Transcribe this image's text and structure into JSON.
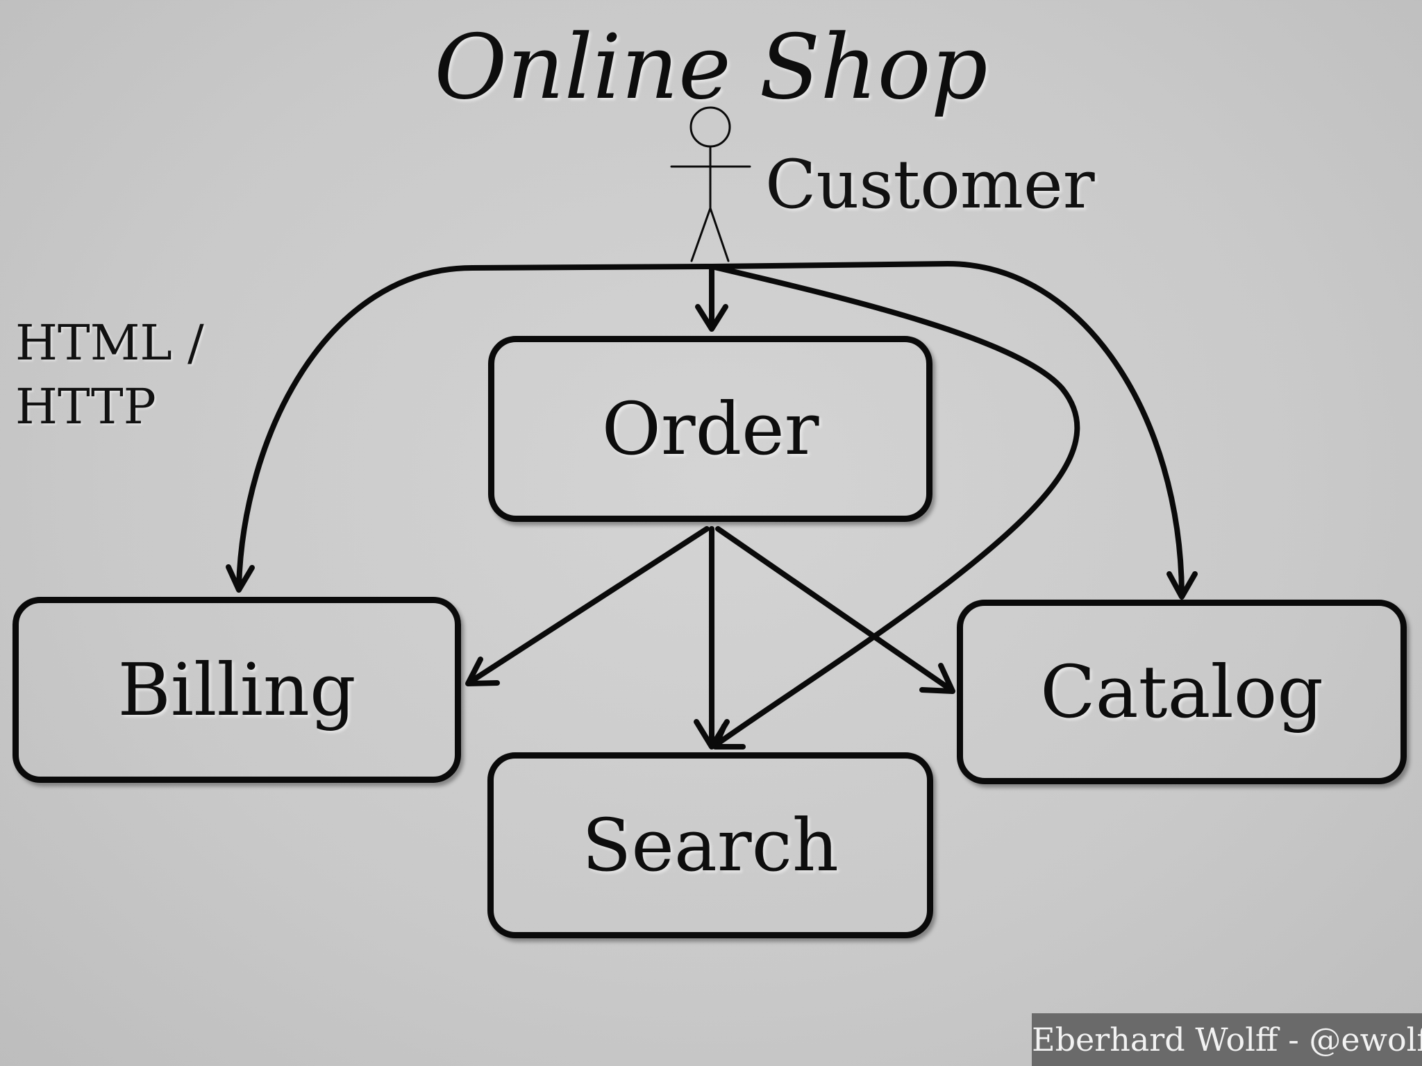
{
  "title": "Online Shop",
  "actor": {
    "label": "Customer",
    "icon": "stick-figure-icon"
  },
  "protocol_label": [
    "HTML /",
    "HTTP"
  ],
  "nodes": {
    "order": "Order",
    "billing": "Billing",
    "search": "Search",
    "catalog": "Catalog"
  },
  "edges": [
    {
      "from": "Customer",
      "to": "Order"
    },
    {
      "from": "Customer",
      "to": "Billing"
    },
    {
      "from": "Customer",
      "to": "Search"
    },
    {
      "from": "Customer",
      "to": "Catalog"
    },
    {
      "from": "Order",
      "to": "Billing"
    },
    {
      "from": "Order",
      "to": "Search"
    },
    {
      "from": "Order",
      "to": "Catalog"
    }
  ],
  "credit": "Eberhard Wolff - @ewolff",
  "colors": {
    "line": "#0a0a0a",
    "background": "#c9c9c9",
    "credit_bg": "#6a6a6a",
    "credit_text": "#f2f2f2"
  }
}
